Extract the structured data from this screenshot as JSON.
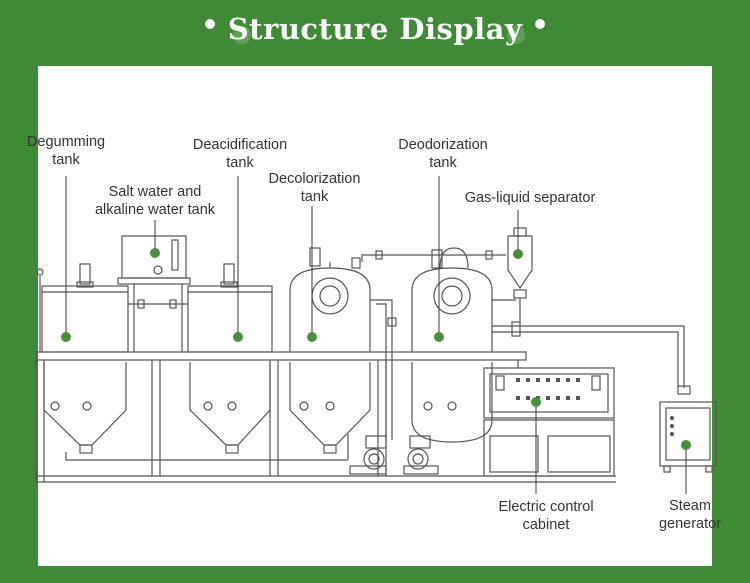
{
  "header": {
    "title": "Structure Display",
    "accent_color": "#3f8a34",
    "marker_color": "#4a8f3c"
  },
  "labels": {
    "degumming": [
      "Degumming",
      "tank"
    ],
    "deacidification": [
      "Deacidification",
      "tank"
    ],
    "salt_water": [
      "Salt water and",
      "alkaline water tank"
    ],
    "decolorization": [
      "Decolorization",
      "tank"
    ],
    "deodorization": [
      "Deodorization",
      "tank"
    ],
    "gas_liquid": [
      "Gas-liquid separator"
    ],
    "electric_cabinet": [
      "Electric control",
      "cabinet"
    ],
    "steam_generator": [
      "Steam",
      "generator"
    ]
  }
}
